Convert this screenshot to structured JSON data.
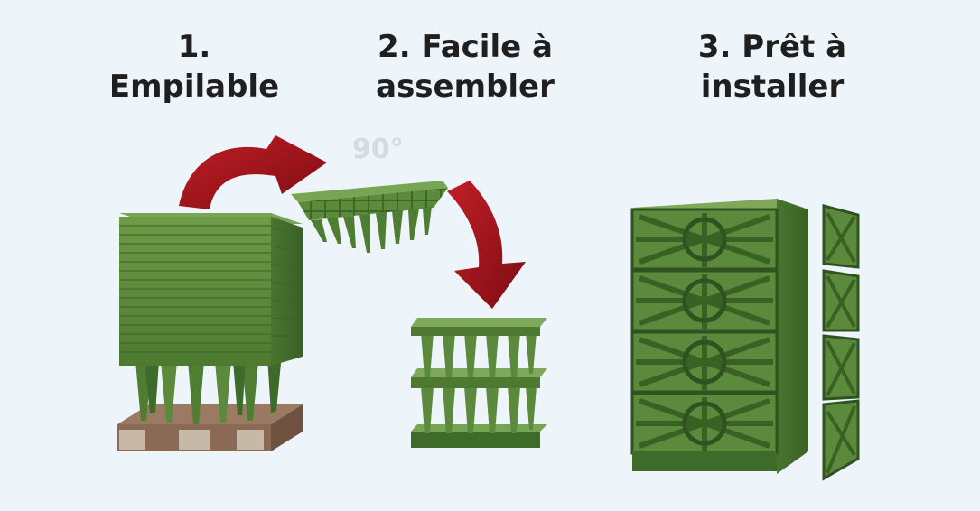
{
  "steps": [
    {
      "label_line1": "1. Empilable",
      "label_line2": ""
    },
    {
      "label_line1": "2. Facile à",
      "label_line2": "assembler"
    },
    {
      "label_line1": "3. Prêt à installer",
      "label_line2": ""
    }
  ],
  "rotation_label": "90°",
  "colors": {
    "background": "#eef5fa",
    "crate_green": "#5c8a3c",
    "crate_green_dark": "#3f6b2a",
    "crate_green_light": "#7fa85a",
    "arrow_red": "#a1141c",
    "pallet_wood": "#8a6a55",
    "title_text": "#1f1f1f"
  },
  "icons": [
    "curved-arrow-icon",
    "down-curved-arrow-icon"
  ]
}
